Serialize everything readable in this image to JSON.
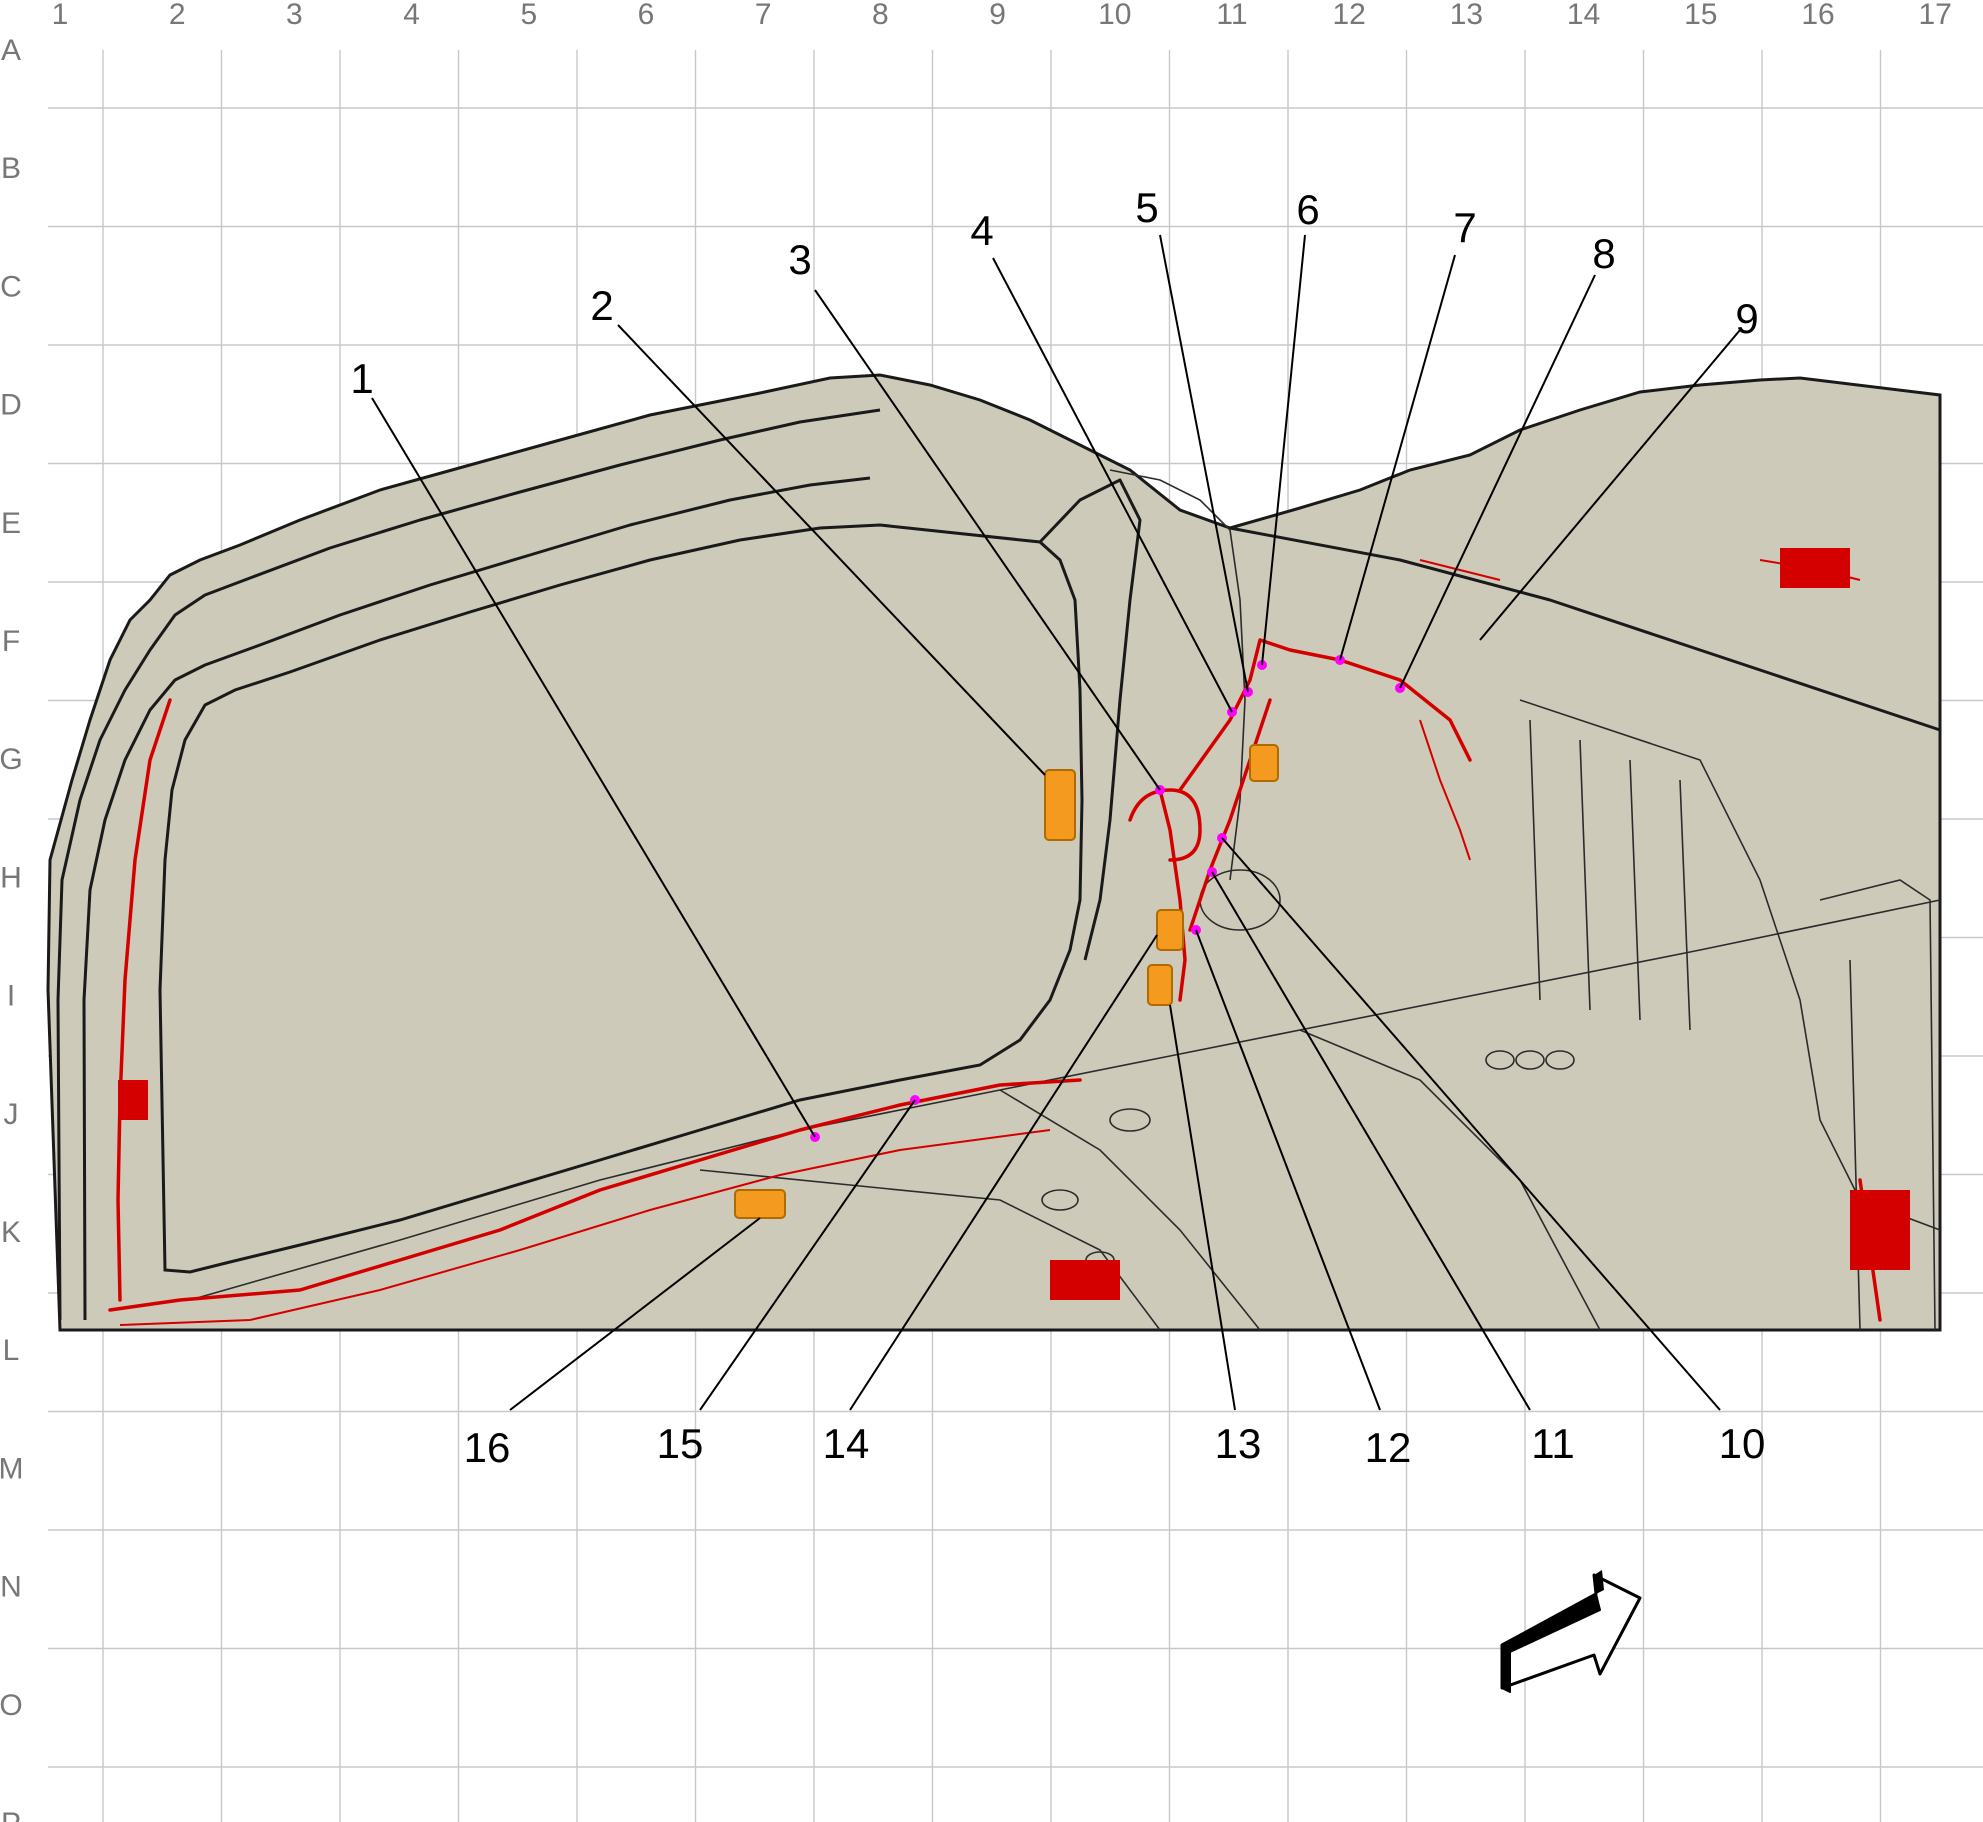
{
  "grid": {
    "columns": [
      "1",
      "2",
      "3",
      "4",
      "5",
      "6",
      "7",
      "8",
      "9",
      "10",
      "11",
      "12",
      "13",
      "14",
      "15",
      "16",
      "17"
    ],
    "rows": [
      "A",
      "B",
      "C",
      "D",
      "E",
      "F",
      "G",
      "H",
      "I",
      "J",
      "K",
      "L",
      "M",
      "N",
      "O",
      "P"
    ]
  },
  "callouts": [
    "1",
    "2",
    "3",
    "4",
    "5",
    "6",
    "7",
    "8",
    "9",
    "10",
    "11",
    "12",
    "13",
    "14",
    "15",
    "16"
  ],
  "colors": {
    "body_fill": "#cdcab9",
    "harness": "#d40000",
    "connector": "#f39a1f",
    "pin": "#ff00ff",
    "grid": "#c8c8c8"
  },
  "icons": [
    "view-direction-arrow-icon"
  ]
}
